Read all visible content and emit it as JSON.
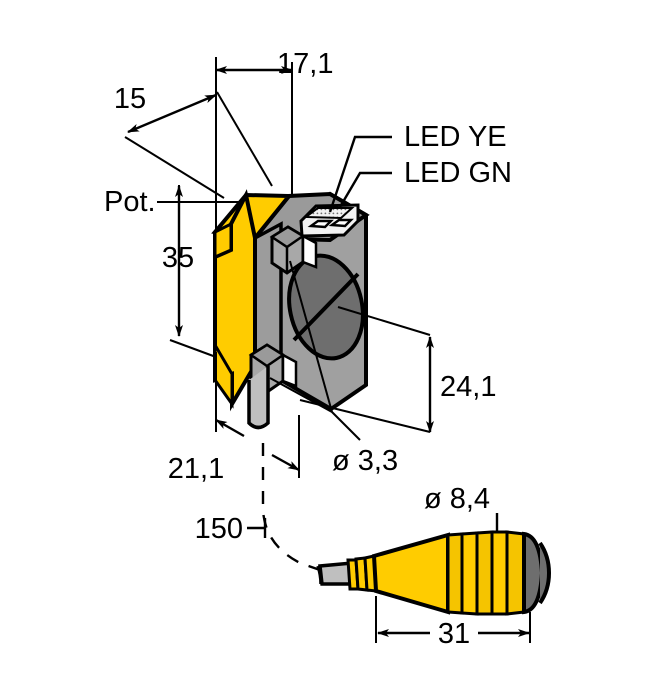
{
  "drawing": {
    "title": "Photoelectric sensor dimensional drawing",
    "units": "mm",
    "colors": {
      "body_yellow": "#FFCC00",
      "body_gray": "#A0A0A0",
      "body_gray_dark": "#808080",
      "lens_dark": "#6E6E6E",
      "cable_gray": "#BFBFBF",
      "outline": "#000000",
      "indicator_white": "#F2F2F2",
      "connector_cap": "#6E6E6E",
      "background": "#FFFFFF"
    }
  },
  "dimensions": {
    "depth_top": "17,1",
    "width_top": "15",
    "height_body": "35",
    "lens_center_height": "24,1",
    "mount_width": "21,1",
    "mount_hole_dia": "ø 3,3",
    "cable_length": "150",
    "connector_dia": "ø 8,4",
    "connector_length": "31"
  },
  "labels": {
    "potentiometer": "Pot.",
    "led_yellow": "LED YE",
    "led_green": "LED GN"
  },
  "components": {
    "sensor_body": "sensor-housing",
    "front_panel": "yellow-front-panel",
    "lens": "optical-lens",
    "indicator_window": "led-indicator-window",
    "mount_hole_top": "mounting-hole-top",
    "mount_hole_bottom": "mounting-hole-bottom",
    "cable": "sensor-cable",
    "connector": "m8-connector"
  }
}
